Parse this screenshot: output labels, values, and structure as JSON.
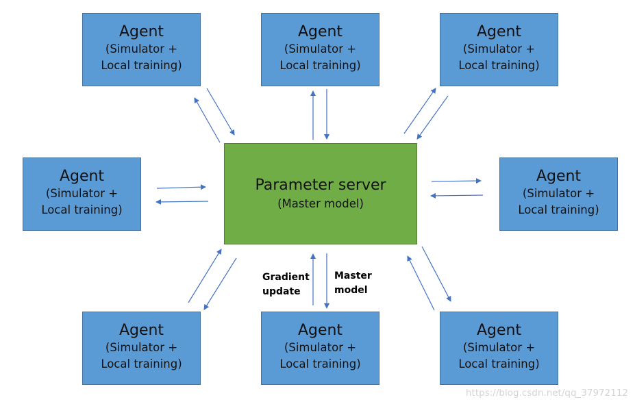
{
  "agent": {
    "title": "Agent",
    "line2": "(Simulator +",
    "line3": "Local training)"
  },
  "server": {
    "title": "Parameter server",
    "subtitle": "(Master model)"
  },
  "labels": {
    "gradient_line1": "Gradient",
    "gradient_line2": "update",
    "master_line1": "Master",
    "master_line2": "model"
  },
  "watermark": "https://blog.csdn.net/qq_37972112",
  "colors": {
    "agent_fill": "#5b9bd5",
    "agent_border": "#41719c",
    "server_fill": "#70ad47",
    "server_border": "#507e32",
    "arrow": "#4472c4"
  }
}
